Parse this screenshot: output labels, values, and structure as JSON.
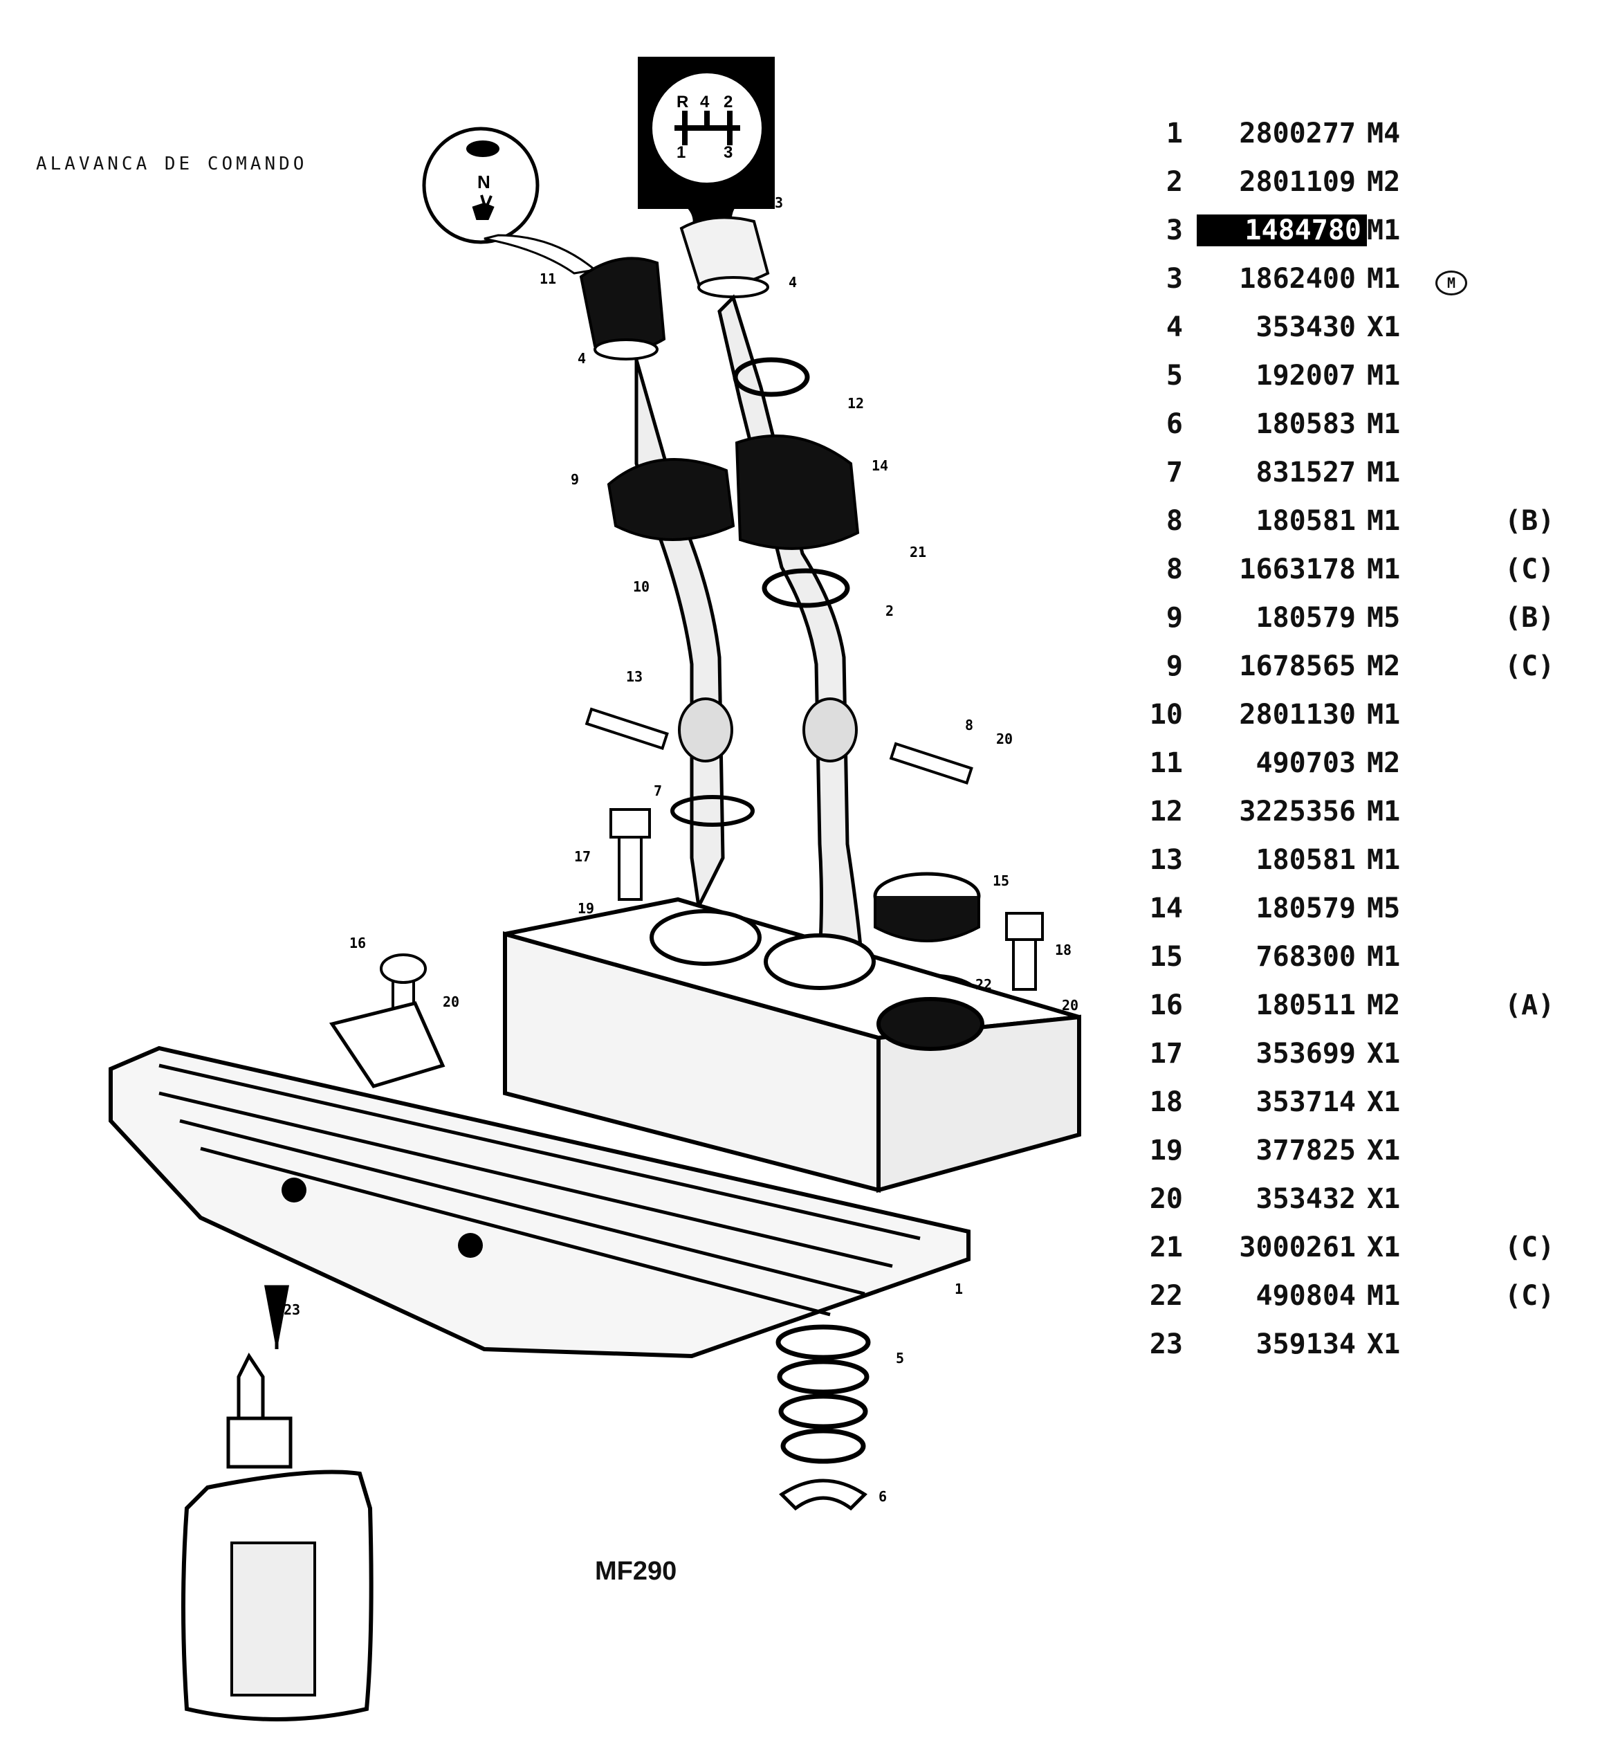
{
  "title": "ALAVANCA DE COMANDO",
  "model": "MF290",
  "shift_pattern": {
    "top": [
      "R",
      "4",
      "2"
    ],
    "bottom": [
      "1",
      "3"
    ]
  },
  "knob_symbols": {
    "middle": "N",
    "top_icon": "turtle-icon",
    "bottom_icon": "rabbit-icon"
  },
  "callouts": [
    "1",
    "2",
    "3",
    "4",
    "4",
    "5",
    "6",
    "7",
    "8",
    "9",
    "10",
    "11",
    "12",
    "13",
    "14",
    "15",
    "16",
    "17",
    "18",
    "19",
    "20",
    "20",
    "20",
    "21",
    "22",
    "23"
  ],
  "parts": [
    {
      "ref": "1",
      "pn": "2800277",
      "qty": "M4",
      "note": ""
    },
    {
      "ref": "2",
      "pn": "2801109",
      "qty": "M2",
      "note": ""
    },
    {
      "ref": "3",
      "pn": "1484780",
      "qty": "M1",
      "note": "",
      "highlight": true
    },
    {
      "ref": "3",
      "pn": "1862400",
      "qty": "M1",
      "note": "M",
      "circled": true
    },
    {
      "ref": "4",
      "pn": "353430",
      "qty": "X1",
      "note": ""
    },
    {
      "ref": "5",
      "pn": "192007",
      "qty": "M1",
      "note": ""
    },
    {
      "ref": "6",
      "pn": "180583",
      "qty": "M1",
      "note": ""
    },
    {
      "ref": "7",
      "pn": "831527",
      "qty": "M1",
      "note": ""
    },
    {
      "ref": "8",
      "pn": "180581",
      "qty": "M1",
      "note": "(B)"
    },
    {
      "ref": "8",
      "pn": "1663178",
      "qty": "M1",
      "note": "(C)"
    },
    {
      "ref": "9",
      "pn": "180579",
      "qty": "M5",
      "note": "(B)"
    },
    {
      "ref": "9",
      "pn": "1678565",
      "qty": "M2",
      "note": "(C)"
    },
    {
      "ref": "10",
      "pn": "2801130",
      "qty": "M1",
      "note": ""
    },
    {
      "ref": "11",
      "pn": "490703",
      "qty": "M2",
      "note": ""
    },
    {
      "ref": "12",
      "pn": "3225356",
      "qty": "M1",
      "note": ""
    },
    {
      "ref": "13",
      "pn": "180581",
      "qty": "M1",
      "note": ""
    },
    {
      "ref": "14",
      "pn": "180579",
      "qty": "M5",
      "note": ""
    },
    {
      "ref": "15",
      "pn": "768300",
      "qty": "M1",
      "note": ""
    },
    {
      "ref": "16",
      "pn": "180511",
      "qty": "M2",
      "note": "(A)"
    },
    {
      "ref": "17",
      "pn": "353699",
      "qty": "X1",
      "note": ""
    },
    {
      "ref": "18",
      "pn": "353714",
      "qty": "X1",
      "note": ""
    },
    {
      "ref": "19",
      "pn": "377825",
      "qty": "X1",
      "note": ""
    },
    {
      "ref": "20",
      "pn": "353432",
      "qty": "X1",
      "note": ""
    },
    {
      "ref": "21",
      "pn": "3000261",
      "qty": "X1",
      "note": "(C)"
    },
    {
      "ref": "22",
      "pn": "490804",
      "qty": "M1",
      "note": "(C)"
    },
    {
      "ref": "23",
      "pn": "359134",
      "qty": "X1",
      "note": ""
    }
  ]
}
